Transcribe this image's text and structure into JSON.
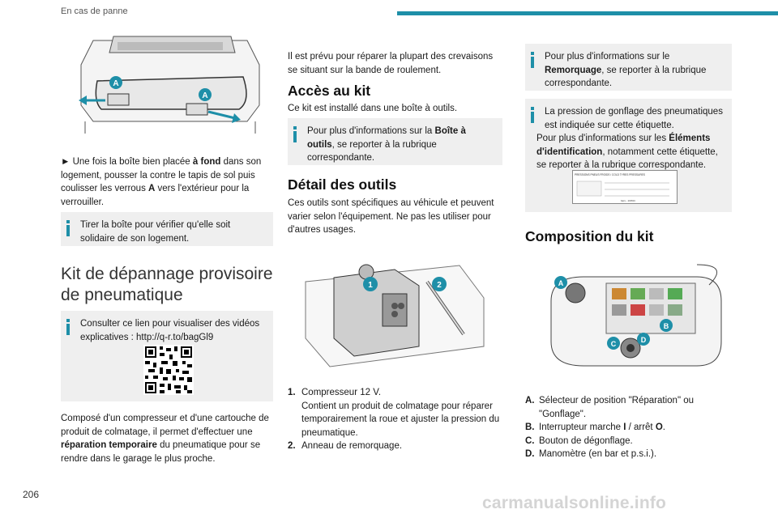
{
  "header": {
    "section": "En cas de panne"
  },
  "col1": {
    "step_prefix": "► Une fois la boîte bien placée ",
    "step_bold1": "à fond",
    "step_mid": " dans son logement, pousser la contre le tapis de sol puis coulisser les verrous ",
    "step_bold2": "A",
    "step_end": " vers l'extérieur pour la verrouiller.",
    "info1": "Tirer la boîte pour vérifier qu'elle soit solidaire de son logement.",
    "title_line1": "Kit de dépannage provisoire",
    "title_line2": "de pneumatique",
    "info2": "Consulter ce lien pour visualiser des vidéos explicatives : http://q-r.to/bagGl9",
    "para_a": "Composé d'un compresseur et d'une cartouche de produit de colmatage, il permet d'effectuer une ",
    "para_bold": "réparation temporaire",
    "para_b": " du pneumatique pour se rendre dans le garage le plus proche.",
    "fig_labels": [
      "A",
      "A"
    ]
  },
  "col2": {
    "intro": "Il est prévu pour réparer la plupart des crevaisons se situant sur la bande de roulement.",
    "h_access": "Accès au kit",
    "access_text": "Ce kit est installé dans une boîte à outils.",
    "info_a": "Pour plus d'informations sur la ",
    "info_bold": "Boîte à outils",
    "info_b": ", se reporter à la rubrique correspondante.",
    "h_tools": "Détail des outils",
    "tools_text": "Ces outils sont spécifiques au véhicule et peuvent varier selon l'équipement. Ne pas les utiliser pour d'autres usages.",
    "fig_labels": [
      "1",
      "2"
    ],
    "items": [
      {
        "num": "1.",
        "line1": "Compresseur 12 V.",
        "line2": "Contient un produit de colmatage pour réparer temporairement la roue et ajuster la pression du pneumatique."
      },
      {
        "num": "2.",
        "line1": "Anneau de remorquage.",
        "line2": ""
      }
    ]
  },
  "col3": {
    "info1_a": "Pour plus d'informations sur le ",
    "info1_bold": "Remorquage",
    "info1_b": ", se reporter à la rubrique correspondante.",
    "info2_first": "La pression de gonflage des pneumatiques est indiquée sur cette étiquette.",
    "info2_a": "Pour plus d'informations sur les ",
    "info2_bold": "Éléments d'identification",
    "info2_b": ", notamment cette étiquette, se reporter à la rubrique correspondante.",
    "label_title": "PRESSIONS PNEUS FROIDS / COLD TYRES PRESSURES",
    "label_unit": "bars - 100%/t",
    "h_comp": "Composition du kit",
    "fig_labels": [
      "A",
      "B",
      "C",
      "D"
    ],
    "items": [
      {
        "letter": "A.",
        "text": "Sélecteur de position \"Réparation\" ou \"Gonflage\"."
      },
      {
        "letter": "B.",
        "text_a": "Interrupteur marche ",
        "bold1": "I",
        "text_b": " / arrêt ",
        "bold2": "O",
        "text_c": "."
      },
      {
        "letter": "C.",
        "text": "Bouton de dégonflage."
      },
      {
        "letter": "D.",
        "text": "Manomètre (en bar et p.s.i.)."
      }
    ]
  },
  "footer": {
    "page_number": "206",
    "watermark": "carmanualsonline.info"
  },
  "colors": {
    "accent": "#1e8fa8",
    "info_bg": "#efefef"
  }
}
